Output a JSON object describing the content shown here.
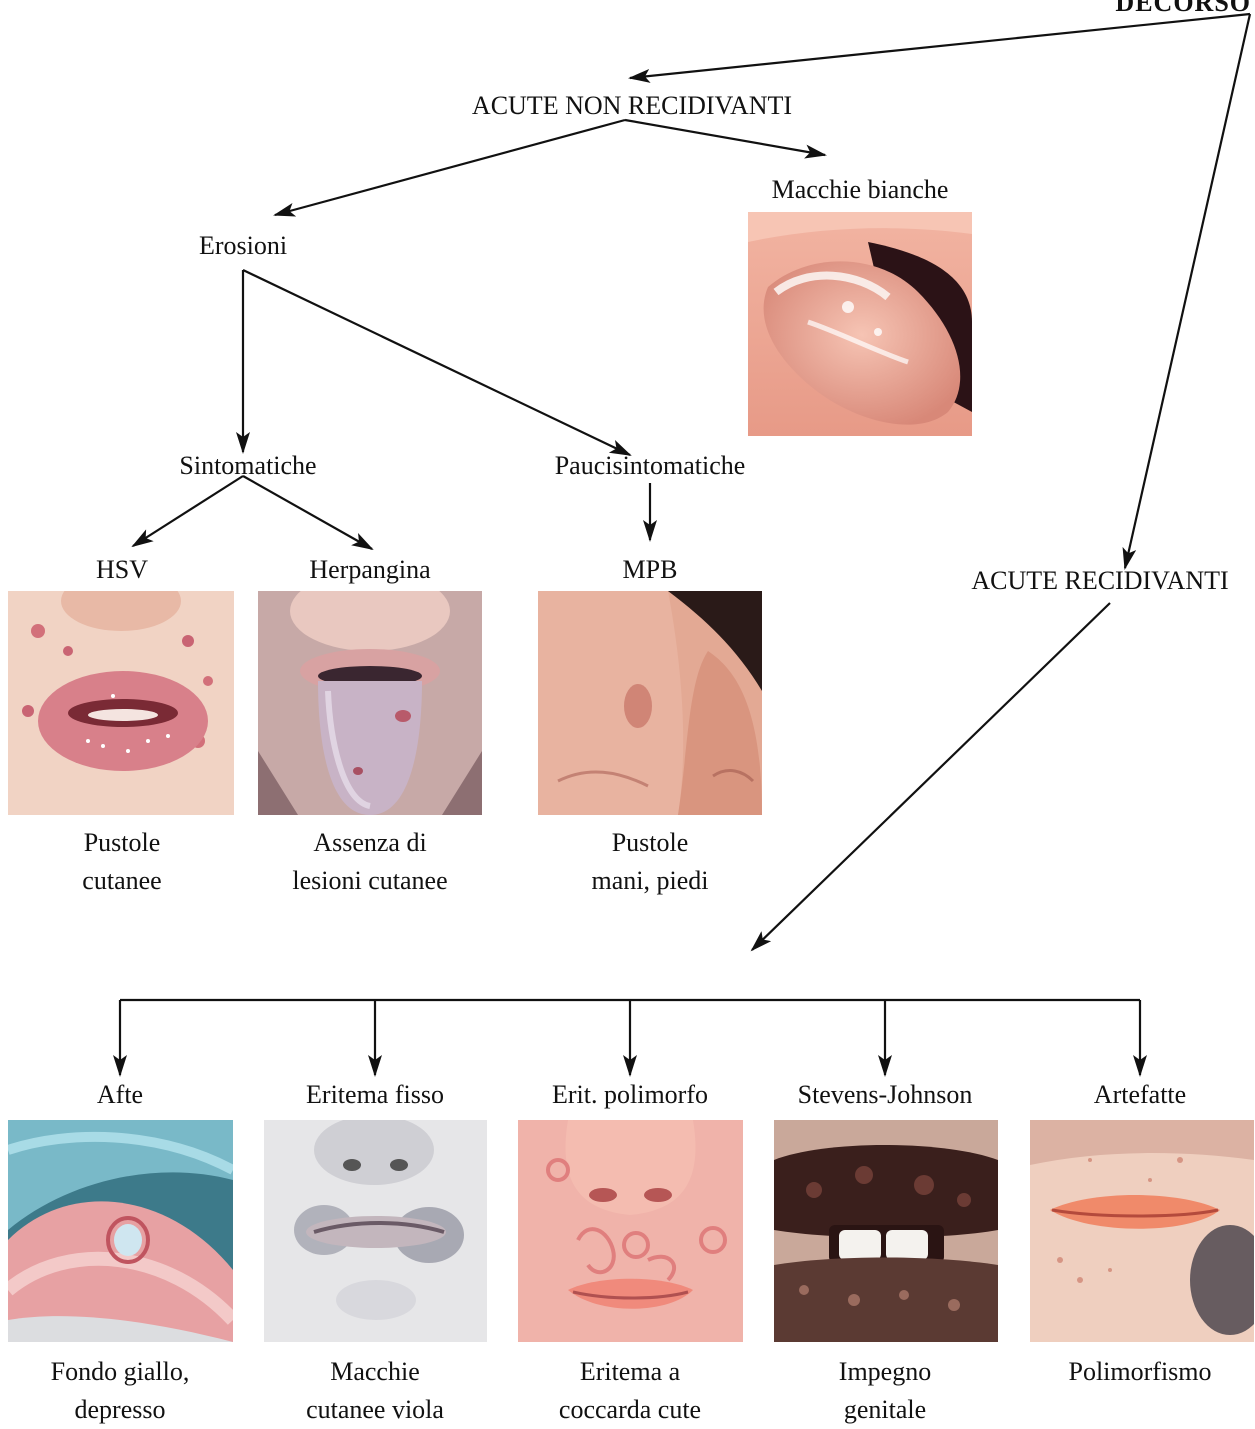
{
  "header": {
    "decorso": "DECORSO"
  },
  "acute_non_recidivanti": {
    "title": "ACUTE NON RECIDIVANTI",
    "erosioni": "Erosioni",
    "macchie_bianche": "Macchie bianche",
    "sintomatiche": "Sintomatiche",
    "paucisintomatiche": "Paucisintomatiche",
    "hsv": {
      "label": "HSV",
      "caption": [
        "Pustole",
        "cutanee"
      ]
    },
    "herpangina": {
      "label": "Herpangina",
      "caption": [
        "Assenza di",
        "lesioni cutanee"
      ]
    },
    "mpb": {
      "label": "MPB",
      "caption": [
        "Pustole",
        "mani, piedi"
      ]
    }
  },
  "acute_recidivanti": {
    "title": "ACUTE RECIDIVANTI",
    "items": [
      {
        "label": "Afte",
        "caption": [
          "Fondo giallo,",
          "depresso"
        ]
      },
      {
        "label": "Eritema fisso",
        "caption": [
          "Macchie",
          "cutanee viola"
        ]
      },
      {
        "label": "Erit. polimorfo",
        "caption": [
          "Eritema a",
          "coccarda cute"
        ]
      },
      {
        "label": "Stevens-Johnson",
        "caption": [
          "Impegno",
          "genitale"
        ]
      },
      {
        "label": "Artefatte",
        "caption": [
          "Polimorfismo"
        ]
      }
    ]
  }
}
